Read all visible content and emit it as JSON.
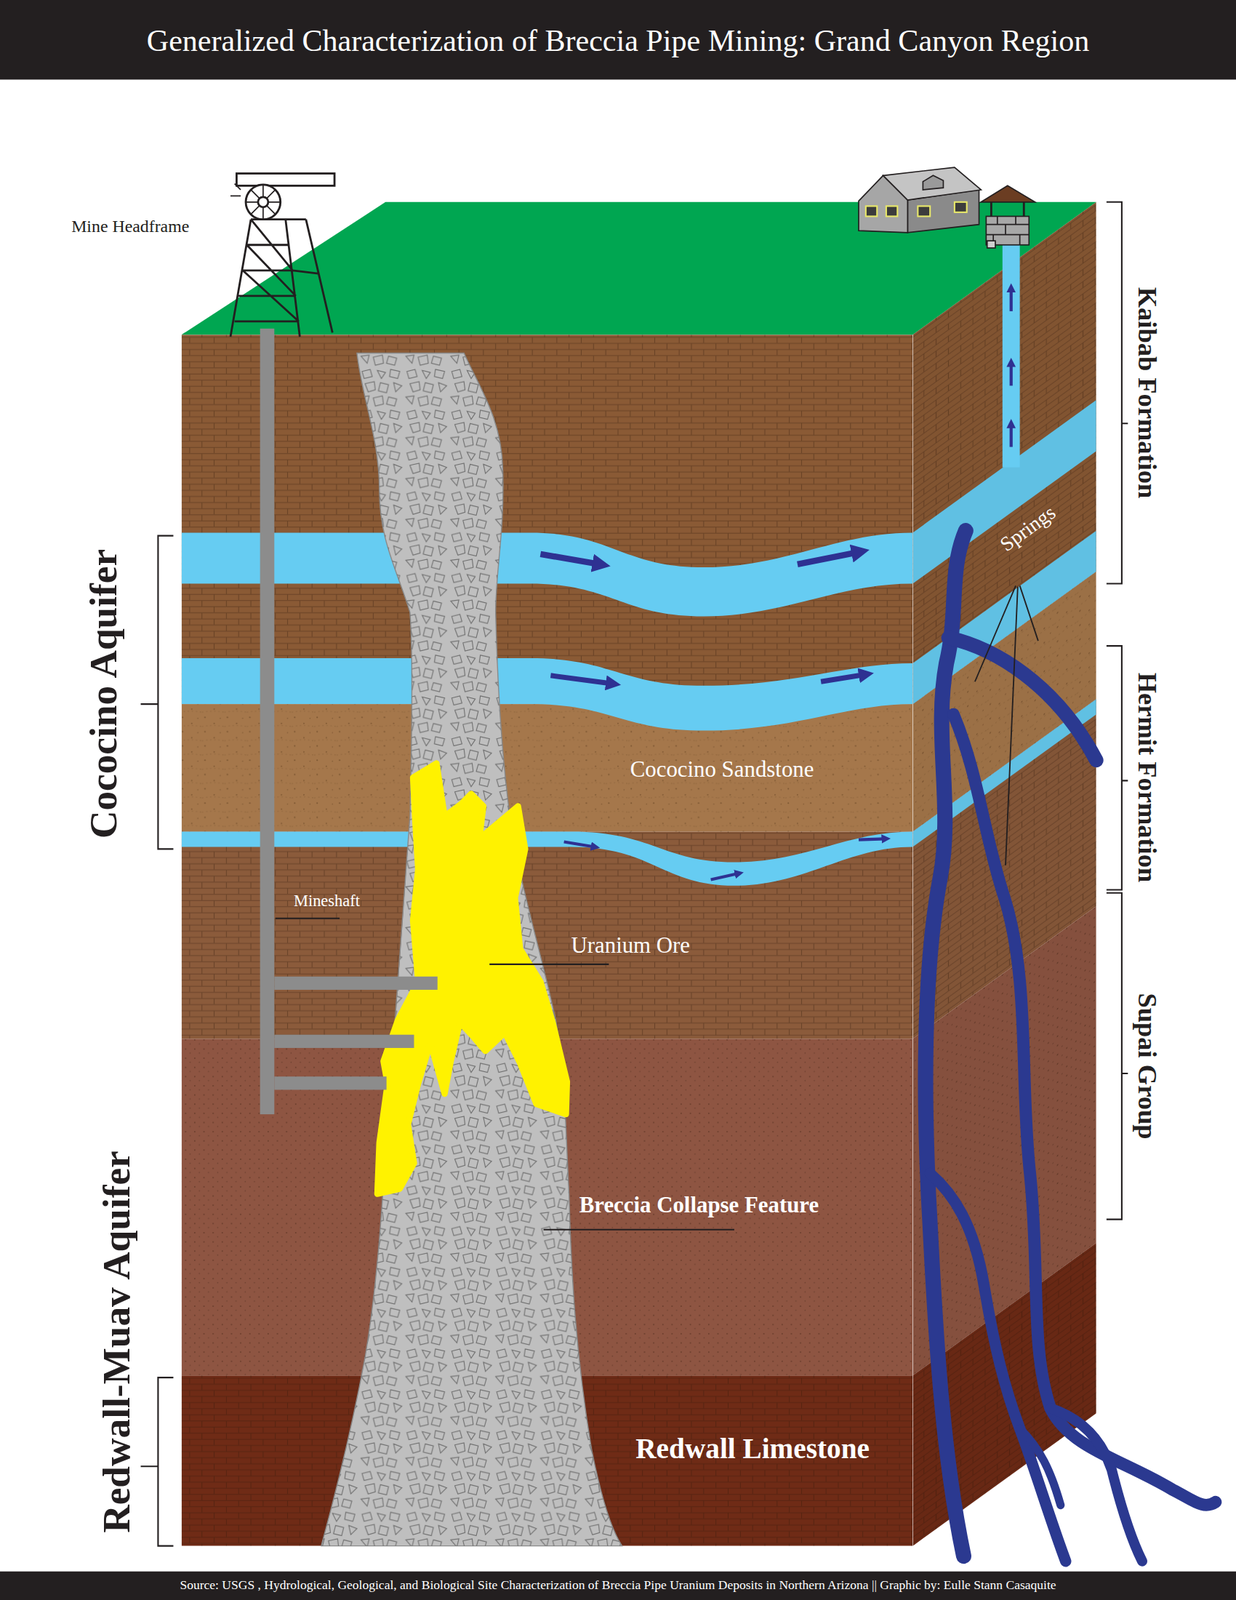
{
  "diagram": {
    "title": "Generalized Characterization of Breccia Pipe Mining: Grand Canyon Region",
    "caption": "Source: USGS , Hydrological, Geological, and Biological Site Characterization of Breccia Pipe Uranium Deposits in Northern Arizona || Graphic by: Eulle Stann Casaquite",
    "labels": [
      "Mine Headframe",
      "Kaibab Formation",
      "Springs",
      "Cococino Aquifer",
      "Hermit Formation",
      "Cococino Sandstone",
      "Mineshaft",
      "Uranium Ore",
      "Supai Group",
      "Breccia Collapse Feature",
      "Redwall-Muav Aquifer",
      "Redwall Limestone"
    ]
  }
}
